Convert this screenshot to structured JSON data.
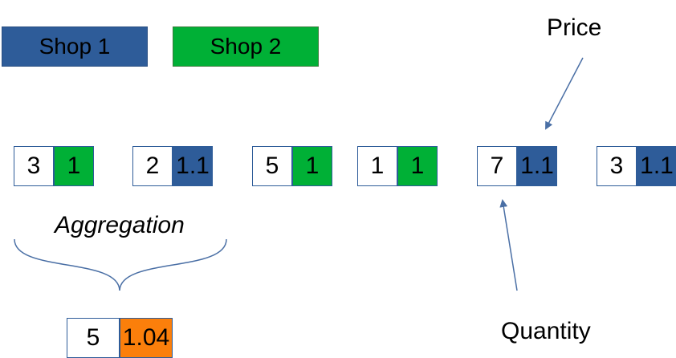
{
  "legend": {
    "shop1": "Shop 1",
    "shop2": "Shop 2"
  },
  "colors": {
    "shop1": "#2e5c99",
    "shop2": "#00b036",
    "aggregate": "#fb7f0b",
    "line": "#4a6fa5"
  },
  "records": [
    {
      "quantity": "3",
      "price": "1",
      "shop": "shop2"
    },
    {
      "quantity": "2",
      "price": "1.1",
      "shop": "shop1"
    },
    {
      "quantity": "5",
      "price": "1",
      "shop": "shop2"
    },
    {
      "quantity": "1",
      "price": "1",
      "shop": "shop2"
    },
    {
      "quantity": "7",
      "price": "1.1",
      "shop": "shop1"
    },
    {
      "quantity": "3",
      "price": "1.1",
      "shop": "shop1"
    }
  ],
  "labels": {
    "price": "Price",
    "quantity": "Quantity",
    "aggregation": "Aggregation"
  },
  "result": {
    "quantity": "5",
    "price": "1.04"
  }
}
